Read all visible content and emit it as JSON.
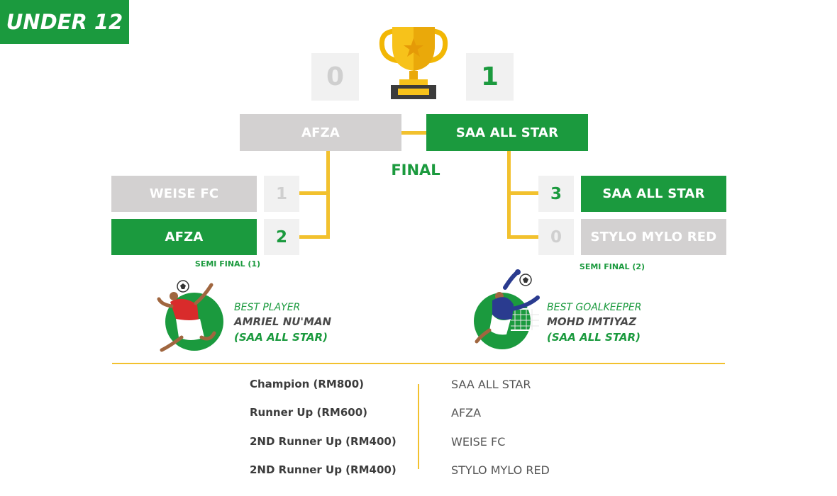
{
  "header": {
    "title": "UNDER 12"
  },
  "final": {
    "label": "FINAL",
    "left": {
      "team": "AFZA",
      "score": "0"
    },
    "right": {
      "team": "SAA ALL STAR",
      "score": "1"
    }
  },
  "semi_left": {
    "label": "SEMI FINAL (1)",
    "teams": [
      {
        "team": "WEISE FC",
        "score": "1"
      },
      {
        "team": "AFZA",
        "score": "2"
      }
    ]
  },
  "semi_right": {
    "label": "SEMI FINAL (2)",
    "teams": [
      {
        "team": "SAA ALL STAR",
        "score": "3"
      },
      {
        "team": "STYLO MYLO RED",
        "score": "0"
      }
    ]
  },
  "awards": {
    "best_player": {
      "title": "BEST PLAYER",
      "name": "AMRIEL NU'MAN",
      "team": "(SAA ALL STAR)"
    },
    "best_goalkeeper": {
      "title": "BEST GOALKEEPER",
      "name": "MOHD IMTIYAZ",
      "team": "(SAA ALL STAR)"
    }
  },
  "prizes": [
    {
      "label": "Champion (RM800)",
      "value": "SAA ALL STAR"
    },
    {
      "label": "Runner Up (RM600)",
      "value": "AFZA"
    },
    {
      "label": "2ND Runner Up (RM400)",
      "value": "WEISE FC"
    },
    {
      "label": "2ND Runner Up (RM400)",
      "value": "STYLO MYLO RED"
    }
  ],
  "colors": {
    "green": "#1b9a3e",
    "grey": "#d3d1d1",
    "gold": "#f2c12e"
  },
  "icons": [
    "trophy-icon",
    "soccer-ball-icon",
    "player-illustration",
    "goalkeeper-illustration"
  ]
}
